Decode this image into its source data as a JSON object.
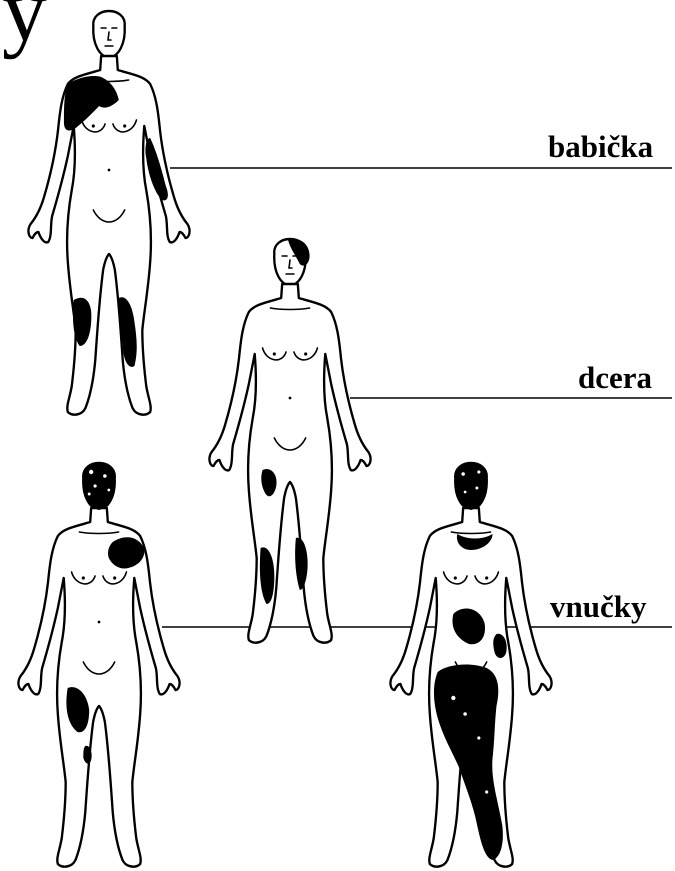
{
  "labels": {
    "grandmother": "babička",
    "daughter": "dcera",
    "granddaughters": "vnučky"
  },
  "corner_glyph": "y"
}
